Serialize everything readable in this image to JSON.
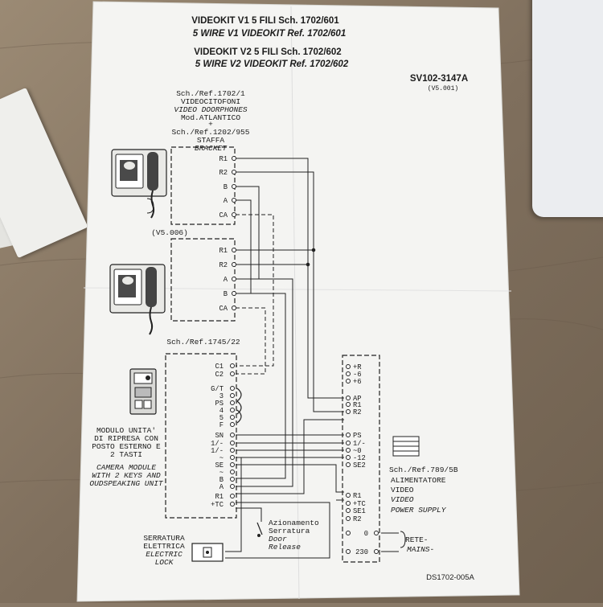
{
  "header": {
    "line1": "VIDEOKIT V1 5 FILI Sch. 1702/601",
    "line2": "5 WIRE V1 VIDEOKIT Ref. 1702/601",
    "line3": "VIDEOKIT V2 5 FILI Sch. 1702/602",
    "line4": "5 WIRE V2 VIDEOKIT Ref. 1702/602",
    "code": "SV102-3147A",
    "version": "(V5.001)"
  },
  "phones": {
    "ref": "Sch./Ref.1702/1",
    "it": "VIDEOCITOFONI",
    "en": "VIDEO DOORPHONES",
    "model": "Mod.ATLANTICO",
    "plus": "+",
    "bracket_ref": "Sch./Ref.1202/955",
    "bracket_it": "STAFFA",
    "bracket_en": "BRACKET",
    "version2": "(V5.006)"
  },
  "phone_terminals": [
    "R1",
    "R2",
    "B",
    "A",
    "CA"
  ],
  "camera": {
    "ref": "Sch./Ref.1745/22",
    "terminals": [
      "C1",
      "C2",
      "G/T",
      "3",
      "PS",
      "4",
      "5",
      "F",
      "SN",
      "1/-",
      "1/-",
      "~",
      "SE",
      "~",
      "B",
      "A",
      "R1",
      "+TC"
    ],
    "label_it": [
      "MODULO UNITA'",
      "DI RIPRESA CON",
      "POSTO ESTERNO E",
      "2 TASTI"
    ],
    "label_en": [
      "CAMERA MODULE",
      "WITH 2 KEYS AND",
      "OUDSPEAKING UNIT"
    ]
  },
  "power": {
    "terminals": [
      "+R",
      "-6",
      "+6",
      "AP",
      "R1",
      "R2",
      "PS",
      "1/-",
      "~0",
      "-12",
      "SE2",
      "R1",
      "+TC",
      "SE1",
      "R2",
      "0",
      "230"
    ],
    "ref": "Sch./Ref.789/5B",
    "it1": "ALIMENTATORE",
    "it2": "VIDEO",
    "en1": "VIDEO",
    "en2": "POWER SUPPLY",
    "mains_it": "RETE-",
    "mains_en": "MAINS-"
  },
  "lock": {
    "it1": "SERRATURA",
    "it2": "ELETTRICA",
    "en1": "ELECTRIC",
    "en2": "LOCK"
  },
  "door_release": {
    "it1": "Azionamento",
    "it2": "Serratura",
    "en1": "Door",
    "en2": "Release"
  },
  "footer_code": "DS1702-005A"
}
